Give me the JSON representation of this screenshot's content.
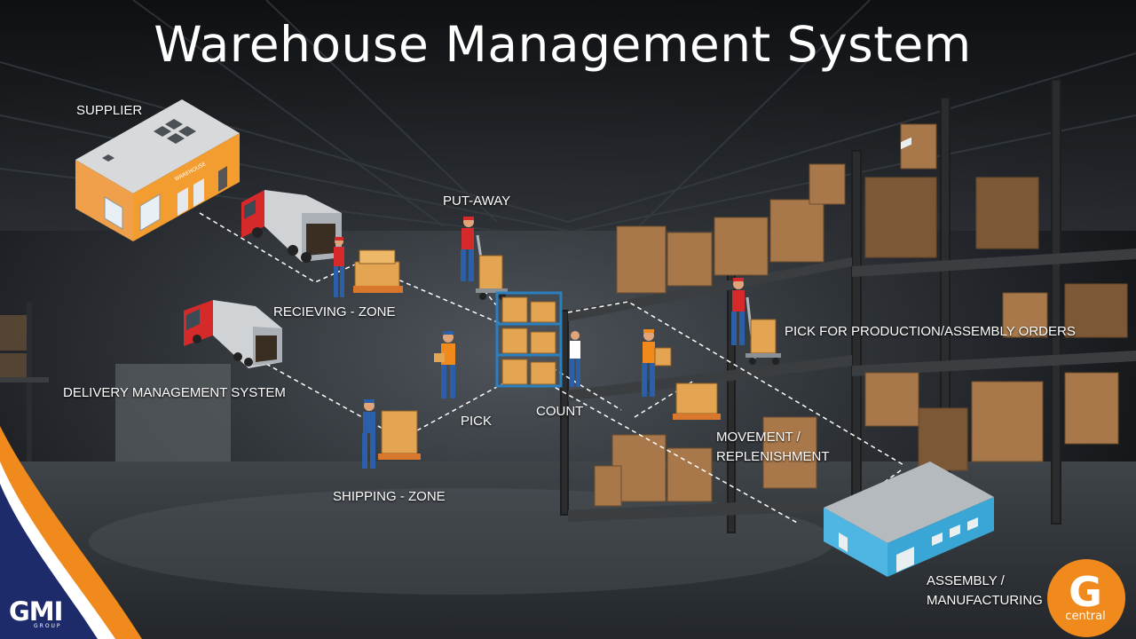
{
  "title": "Warehouse Management System",
  "labels": {
    "supplier": "SUPPLIER",
    "put_away": "PUT-AWAY",
    "receiving_zone": "RECIEVING - ZONE",
    "pick_for_production": "PICK FOR PRODUCTION/ASSEMBLY ORDERS",
    "delivery_management": "DELIVERY MANAGEMENT SYSTEM",
    "count": "COUNT",
    "pick": "PICK",
    "movement": "MOVEMENT / REPLENISHMENT",
    "shipping_zone": "SHIPPING - ZONE",
    "assembly": "ASSEMBLY / MANUFACTURING"
  },
  "building_sign": "WAREHOUSE",
  "logos": {
    "gmi": "GMI",
    "gmi_sub": "GROUP",
    "gcentral_letter": "G",
    "gcentral_word": "central"
  },
  "colors": {
    "orange": "#f08a1c",
    "truck_red": "#d62a2a",
    "blue_building": "#3aa6d6",
    "navy": "#1d2b6b",
    "dashed_line": "#ffffff"
  },
  "icons": [
    "warehouse-building-icon",
    "truck-icon",
    "worker-icon",
    "pallet-boxes-icon",
    "hand-truck-icon",
    "shelving-rack-icon",
    "assembly-building-icon"
  ]
}
